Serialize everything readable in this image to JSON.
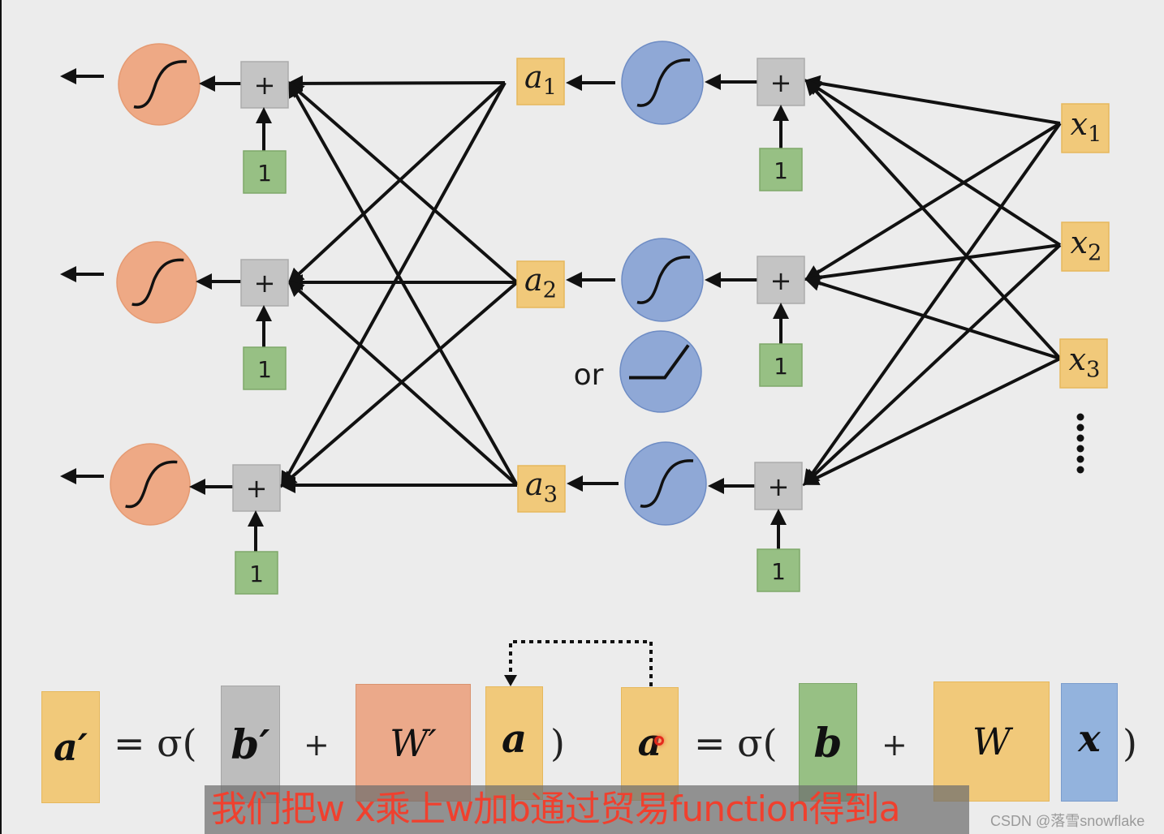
{
  "diagram": {
    "title": "Neural network layer stacking",
    "colors": {
      "background": "#ececec",
      "output_neuron": "#eea985",
      "hidden_neuron": "#8fa8d6",
      "sum_box": "#c4c4c4",
      "bias_box": "#97c084",
      "activation_box": "#f1c97a",
      "input_box": "#f1c97a",
      "weight_out": "#eba98a",
      "input_vector": "#93b3dd",
      "edge": "#111111",
      "subtitle_text": "#f0402e"
    },
    "output_layer": {
      "rows": [
        {
          "sum_label": "+",
          "bias_label": "1",
          "activation": "sigmoid"
        },
        {
          "sum_label": "+",
          "bias_label": "1",
          "activation": "sigmoid"
        },
        {
          "sum_label": "+",
          "bias_label": "1",
          "activation": "sigmoid"
        }
      ]
    },
    "hidden_outputs": [
      {
        "label": "a",
        "sub": "1"
      },
      {
        "label": "a",
        "sub": "2"
      },
      {
        "label": "a",
        "sub": "3"
      }
    ],
    "hidden_layer": {
      "rows": [
        {
          "sum_label": "+",
          "bias_label": "1",
          "activation": "sigmoid"
        },
        {
          "sum_label": "+",
          "bias_label": "1",
          "activation": "sigmoid"
        },
        {
          "sum_label": "+",
          "bias_label": "1",
          "activation": "sigmoid"
        }
      ],
      "alternative_label": "or",
      "alternative_activation": "relu"
    },
    "inputs": [
      {
        "label": "x",
        "sub": "1"
      },
      {
        "label": "x",
        "sub": "2"
      },
      {
        "label": "x",
        "sub": "3"
      }
    ],
    "inputs_continuation": "⋮"
  },
  "equations": {
    "first": {
      "lhs": "a′",
      "equals": "= σ(",
      "bias": "b′",
      "plus": "+",
      "weight": "W′",
      "input": "a",
      "close": ")"
    },
    "second": {
      "lhs": "a",
      "equals": "= σ(",
      "bias": "b",
      "plus": "+",
      "weight": "W",
      "input": "x",
      "close": ")"
    }
  },
  "subtitle": "我们把w x乘上w加b通过贸易function得到a",
  "watermark": "CSDN @落雪snowflake"
}
